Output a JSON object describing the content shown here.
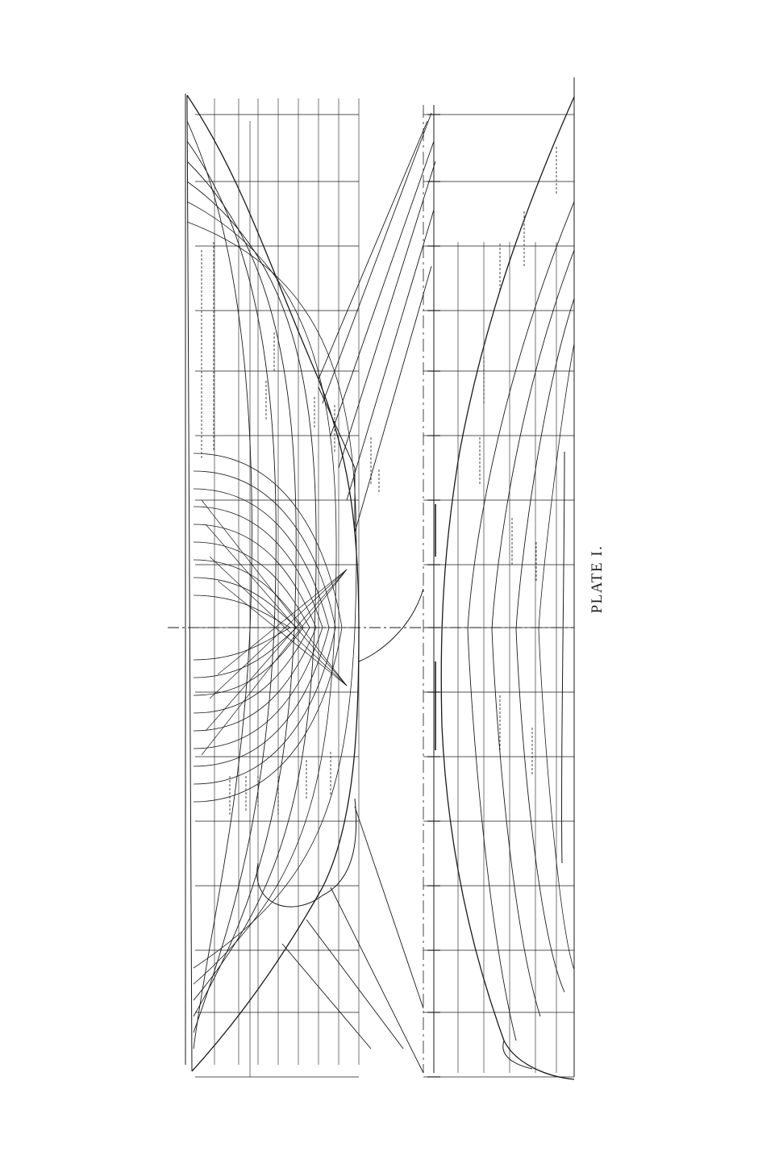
{
  "plate": {
    "caption": "PLATE I."
  },
  "drawing": {
    "subject": "lines-drawing",
    "ink_color": "#1a1a1a",
    "paper_color": "#ffffff",
    "views": [
      "half-breadth-plan",
      "body-plan",
      "sheer-plan"
    ]
  }
}
